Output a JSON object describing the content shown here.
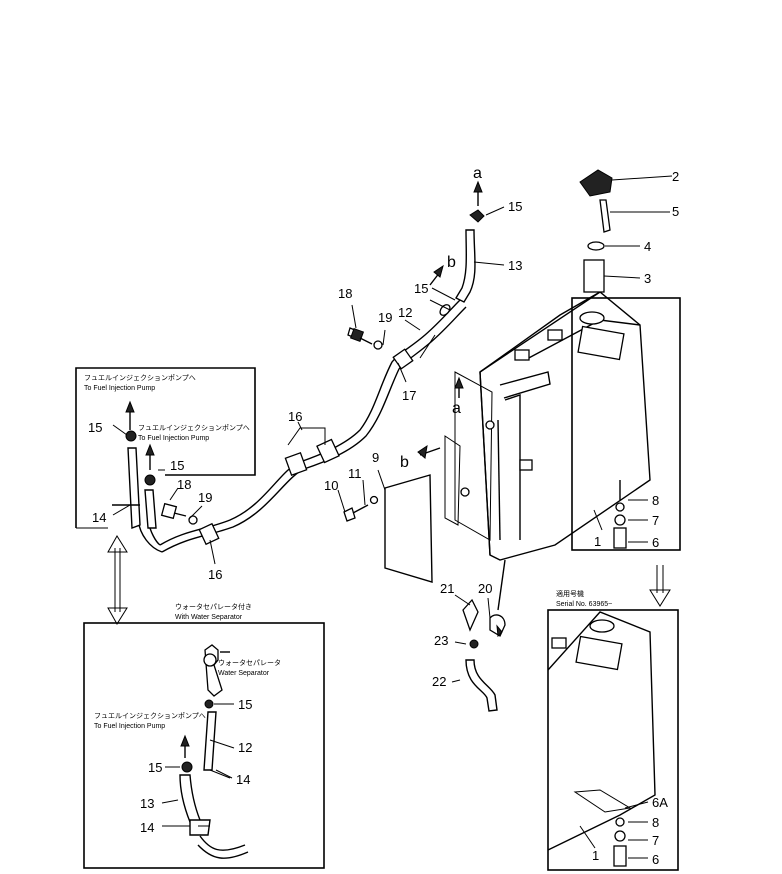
{
  "callouts": {
    "p1": "1",
    "p1b": "1",
    "p2": "2",
    "p3": "3",
    "p4": "4",
    "p5": "5",
    "p6": "6",
    "p6b": "6",
    "p6a": "6A",
    "p7": "7",
    "p7b": "7",
    "p8": "8",
    "p8b": "8",
    "p9": "9",
    "p10": "10",
    "p11": "11",
    "p12": "12",
    "p12b": "12",
    "p13": "13",
    "p13b": "13",
    "p14": "14",
    "p14b": "14",
    "p14c": "14",
    "p15a": "15",
    "p15b": "15",
    "p15c": "15",
    "p15d": "15",
    "p15e": "15",
    "p15f": "15",
    "p16a": "16",
    "p16b": "16",
    "p17": "17",
    "p18a": "18",
    "p18b": "18",
    "p19a": "19",
    "p19b": "19",
    "p20": "20",
    "p21": "21",
    "p22": "22",
    "p23": "23"
  },
  "letters": {
    "a_top": "a",
    "b_top": "b",
    "a_tank": "a",
    "b_tank": "b"
  },
  "notes": {
    "inj_pump_jp_1": "フュエルインジェクションポンプへ",
    "inj_pump_en_1": "To Fuel Injection Pump",
    "inj_pump_jp_2": "フュエルインジェクションポンプへ",
    "inj_pump_en_2": "To Fuel Injection Pump",
    "with_sep_jp": "ウォータセパレータ付き",
    "with_sep_en": "With Water Separator",
    "inj_pump_jp_3": "フュエルインジェクションポンプへ",
    "inj_pump_en_3": "To Fuel Injection Pump",
    "sep_jp": "ウォータセパレータ",
    "sep_en": "Water Separator",
    "serial_jp": "適用号機",
    "serial_en": "Serial No. 63965~"
  }
}
